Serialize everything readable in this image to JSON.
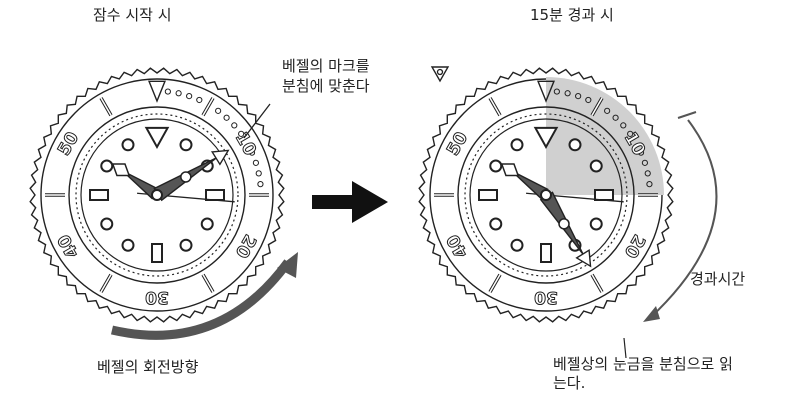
{
  "left_panel": {
    "caption": "잠수 시작 시",
    "mark_note_line1": "베젤의 마크를",
    "mark_note_line2": "분침에 맞춘다",
    "rotation_caption": "베젤의 회전방향"
  },
  "right_panel": {
    "caption": "15분 경과 시",
    "elapsed_label": "경과시간",
    "read_note_line1": "베젤상의 눈금을 분침으로 읽",
    "read_note_line2": "는다."
  },
  "bezel_numbers": [
    "50",
    "10",
    "20",
    "30",
    "40"
  ],
  "colors": {
    "ink": "#222222",
    "shade": "#d0d0d0",
    "accent_arrow": "#555555"
  },
  "icons": {
    "bezel_mark": "inverted-triangle-with-circle-icon",
    "transition": "right-arrow-icon"
  }
}
